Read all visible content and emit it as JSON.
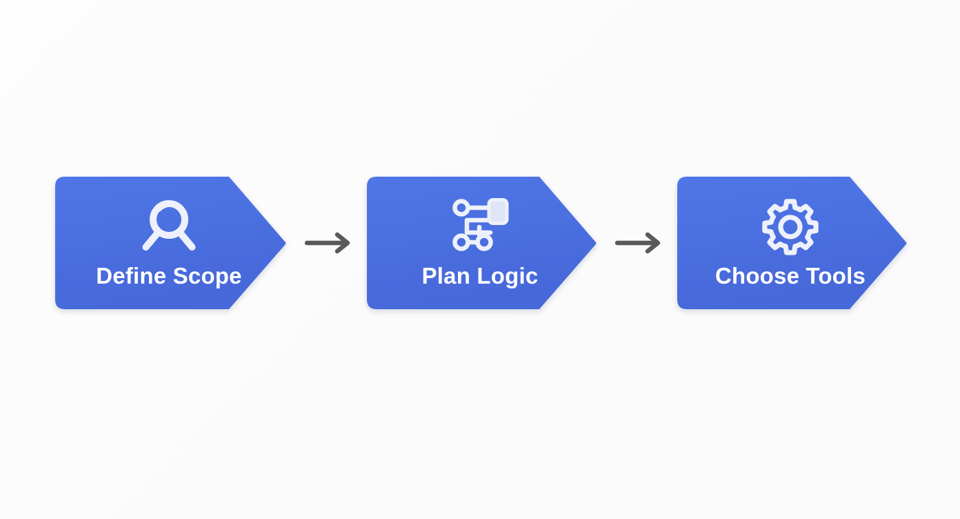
{
  "diagram": {
    "title": "Define Scope → Plan Logic → Choose Tools",
    "type": "process-flow-chevron",
    "orientation": "horizontal",
    "background_color": "#fcfcfc",
    "step_fill_color": "#4a6ee0",
    "step_text_color": "#ffffff",
    "icon_color": "#eef1fb",
    "arrow_color": "#5a5a5a",
    "steps": [
      {
        "index": 1,
        "label": "Define Scope",
        "icon": "magnifier-icon",
        "fill": "#4a6ee0"
      },
      {
        "index": 2,
        "label": "Plan Logic",
        "icon": "flowchart-nodes-icon",
        "fill": "#4a6ee0"
      },
      {
        "index": 3,
        "label": "Choose Tools",
        "icon": "gear-icon",
        "fill": "#4a6ee0"
      }
    ],
    "connectors": [
      {
        "index": 1,
        "from": "Define Scope",
        "to": "Plan Logic",
        "icon": "arrow-right-icon"
      },
      {
        "index": 2,
        "from": "Plan Logic",
        "to": "Choose Tools",
        "icon": "arrow-right-icon"
      }
    ]
  }
}
